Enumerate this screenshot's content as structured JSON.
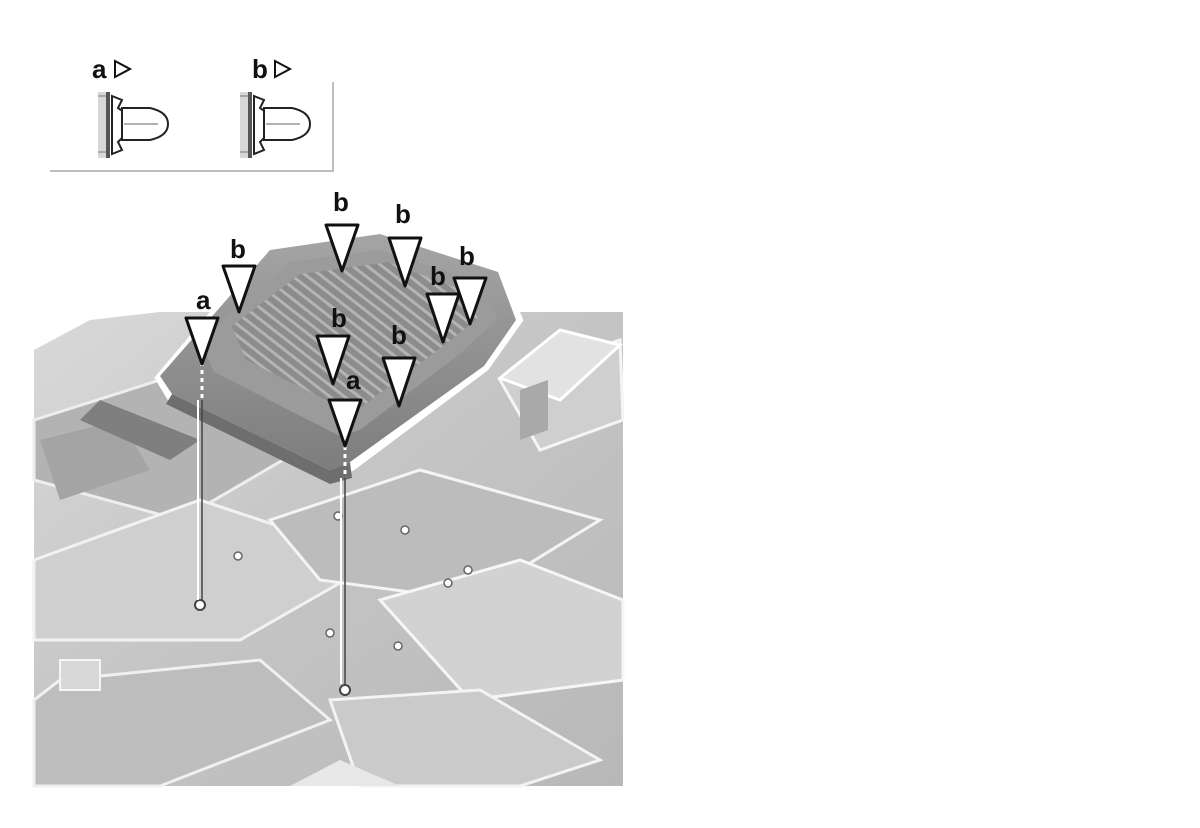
{
  "legend": {
    "a": {
      "letter": "a"
    },
    "b": {
      "letter": "b"
    }
  },
  "callouts": [
    {
      "id": "a",
      "letter": "a"
    },
    {
      "id": "b",
      "letter": "b"
    },
    {
      "id": "b",
      "letter": "b"
    },
    {
      "id": "b",
      "letter": "b"
    },
    {
      "id": "b",
      "letter": "b"
    },
    {
      "id": "b",
      "letter": "b"
    },
    {
      "id": "b",
      "letter": "b"
    },
    {
      "id": "b",
      "letter": "b"
    },
    {
      "id": "a",
      "letter": "a"
    }
  ],
  "colors": {
    "floor": "#c6c6c6",
    "floor_dark": "#9a9a9a",
    "cover": "#8e8e8e",
    "cover_top": "#9d9d9d",
    "outline": "#ffffff",
    "ink": "#111111"
  }
}
